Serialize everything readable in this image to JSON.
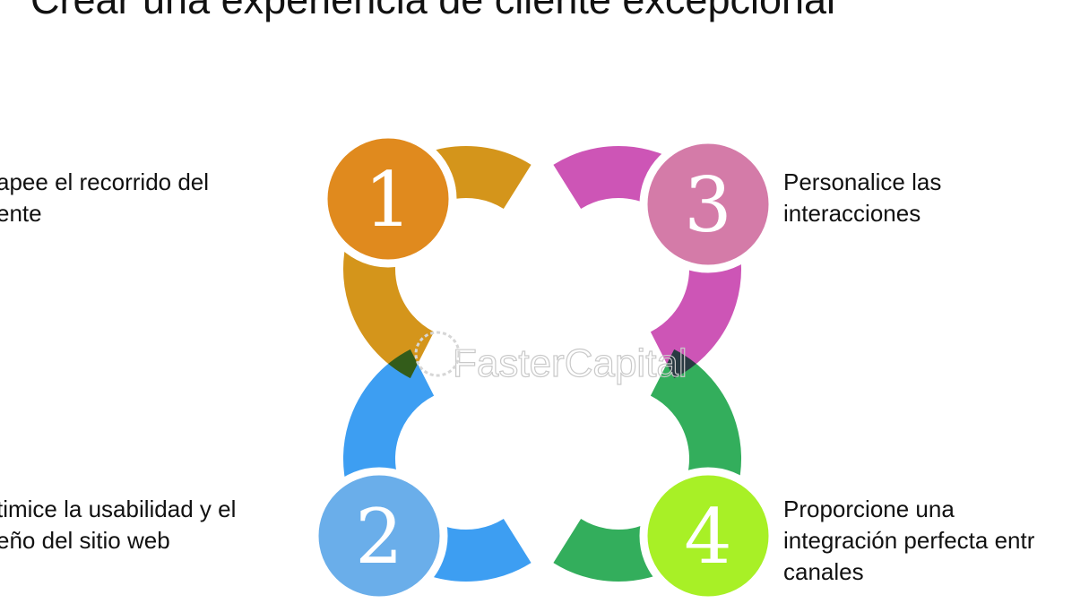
{
  "title": "Crear una experiencia de cliente excepcional",
  "watermark": "FasterCapital",
  "steps": [
    {
      "number": "1",
      "color": "#e08a1e",
      "ring_color": "#d4951b",
      "lines": [
        "apee el recorrido del",
        "ente"
      ]
    },
    {
      "number": "2",
      "color": "#6aaeea",
      "ring_color": "#3d9ef2",
      "lines": [
        "timice la usabilidad y el",
        "eño del sitio web"
      ]
    },
    {
      "number": "3",
      "color": "#d47ba8",
      "ring_color": "#cd55b6",
      "lines": [
        "Personalice las",
        "interacciones"
      ]
    },
    {
      "number": "4",
      "color": "#a8f026",
      "ring_color": "#33ae5c",
      "lines": [
        "Proporcione una",
        "integración perfecta entr",
        "canales"
      ]
    }
  ]
}
